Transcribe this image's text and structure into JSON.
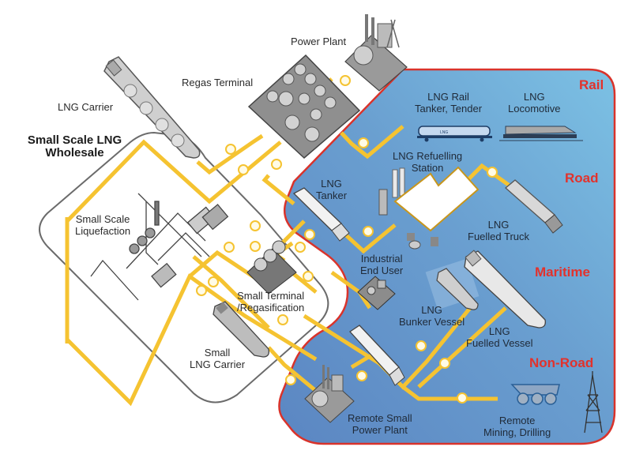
{
  "diagram": {
    "title_line1": "Small Scale LNG",
    "title_line2": "Wholesale",
    "colors": {
      "pipeline": "#f5c331",
      "region_fill": "#5f94c8",
      "region_border": "#d9332b",
      "category_text": "#e2322c",
      "wholesale_border": "#6b6b6b"
    },
    "categories": {
      "rail": "Rail",
      "road": "Road",
      "maritime": "Maritime",
      "non_road": "Non-Road"
    },
    "nodes": {
      "power_plant": "Power Plant",
      "regas_terminal": "Regas Terminal",
      "lng_carrier": "LNG Carrier",
      "small_scale_liquefaction": [
        "Small Scale",
        "Liquefaction"
      ],
      "small_terminal": [
        "Small Terminal",
        "/Regasification"
      ],
      "small_lng_carrier": [
        "Small",
        "LNG Carrier"
      ],
      "lng_rail_tanker": [
        "LNG Rail",
        "Tanker, Tender"
      ],
      "lng_locomotive": [
        "LNG",
        "Locomotive"
      ],
      "lng_refuelling_station": [
        "LNG Refuelling",
        "Station"
      ],
      "lng_tanker": [
        "LNG",
        "Tanker"
      ],
      "lng_fuelled_truck": [
        "LNG",
        "Fuelled Truck"
      ],
      "industrial_end_user": [
        "Industrial",
        "End User"
      ],
      "lng_bunker_vessel": [
        "LNG",
        "Bunker Vessel"
      ],
      "lng_fuelled_vessel": [
        "LNG",
        "Fuelled Vessel"
      ],
      "remote_small_power_plant": [
        "Remote Small",
        "Power Plant"
      ],
      "remote_mining": [
        "Remote",
        "Mining, Drilling"
      ],
      "rail_car_marking": "LNG"
    }
  }
}
